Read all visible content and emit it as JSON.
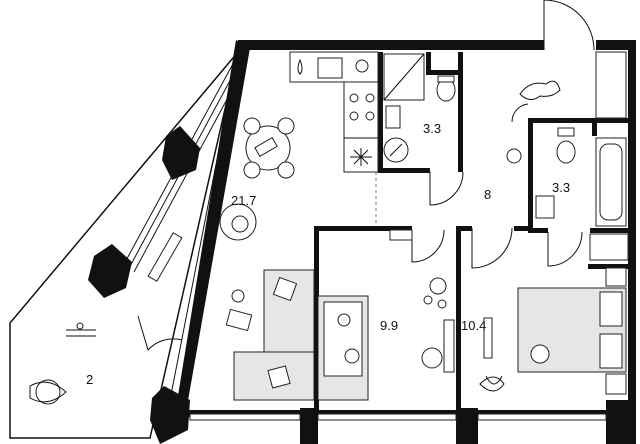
{
  "plan": {
    "rooms": [
      {
        "id": "living-kitchen",
        "area": "21.7"
      },
      {
        "id": "bathroom-1",
        "area": "3.3"
      },
      {
        "id": "hall",
        "area": "8"
      },
      {
        "id": "bathroom-2",
        "area": "3.3"
      },
      {
        "id": "bedroom-1",
        "area": "9.9"
      },
      {
        "id": "bedroom-2",
        "area": "10.4"
      },
      {
        "id": "balcony",
        "area": "2"
      }
    ],
    "colors": {
      "wall": "#111111",
      "furniture_fill": "#e6e6e6",
      "background": "#ffffff"
    }
  }
}
